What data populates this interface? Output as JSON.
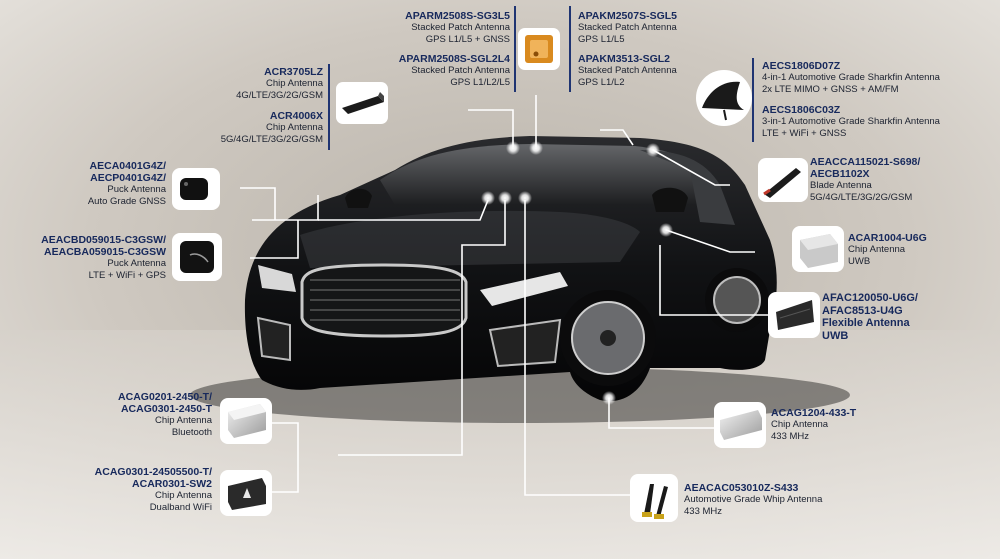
{
  "labels": {
    "aparm2508s_sg3l5": {
      "part": "APARM2508S-SG3L5",
      "desc": [
        "Stacked Patch Antenna",
        "GPS L1/L5 + GNSS"
      ]
    },
    "aparm2508s_sgl2l4": {
      "part": "APARM2508S-SGL2L4",
      "desc": [
        "Stacked Patch Antenna",
        "GPS L1/L2/L5"
      ]
    },
    "apakm2507s_sgl5": {
      "part": "APAKM2507S-SGL5",
      "desc": [
        "Stacked Patch Antenna",
        "GPS L1/L5"
      ]
    },
    "apakm3513_sgl2": {
      "part": "APAKM3513-SGL2",
      "desc": [
        "Stacked Patch Antenna",
        "GPS L1/L2"
      ]
    },
    "acr3705lz": {
      "part": "ACR3705LZ",
      "desc": [
        "Chip Antenna",
        "4G/LTE/3G/2G/GSM"
      ]
    },
    "acr4006x": {
      "part": "ACR4006X",
      "desc": [
        "Chip Antenna",
        "5G/4G/LTE/3G/2G/GSM"
      ]
    },
    "aecs1806d07z": {
      "part": "AECS1806D07Z",
      "desc": [
        "4-in-1 Automotive Grade Sharkfin Antenna",
        "2x LTE MIMO + GNSS + AM/FM"
      ]
    },
    "aecs1806c03z": {
      "part": "AECS1806C03Z",
      "desc": [
        "3-in-1 Automotive Grade Sharkfin Antenna",
        "LTE + WiFi + GNSS"
      ]
    },
    "aeca0401g4z": {
      "part": [
        "AECA0401G4Z/",
        "AECP0401G4Z/"
      ],
      "desc": [
        "Puck Antenna",
        "Auto Grade GNSS"
      ]
    },
    "aeacbd059015": {
      "part": [
        "AEACBD059015-C3GSW/",
        "AEACBA059015-C3GSW"
      ],
      "desc": [
        "Puck Antenna",
        "LTE + WiFi + GPS"
      ]
    },
    "aeacca115021": {
      "part": [
        "AEACCA115021-S698/",
        "AECB1102X"
      ],
      "desc": [
        "Blade Antenna",
        "5G/4G/LTE/3G/2G/GSM"
      ]
    },
    "acar1004_u6g": {
      "part": "ACAR1004-U6G",
      "desc": [
        "Chip Antenna",
        "UWB"
      ]
    },
    "afac120050": {
      "part": [
        "AFAC120050-U6G/",
        "AFAC8513-U4G"
      ],
      "desc": [
        "Flexible Antenna",
        "UWB"
      ]
    },
    "acag0201_2450": {
      "part": [
        "ACAG0201-2450-T/",
        "ACAG0301-2450-T"
      ],
      "desc": [
        "Chip Antenna",
        "Bluetooth"
      ]
    },
    "acag0301_24505500": {
      "part": [
        "ACAG0301-24505500-T/",
        "ACAR0301-SW2"
      ],
      "desc": [
        "Chip Antenna",
        "Dualband WiFi"
      ]
    },
    "acag1204_433": {
      "part": "ACAG1204-433-T",
      "desc": [
        "Chip Antenna",
        "433 MHz"
      ]
    },
    "aeacac053010z": {
      "part": "AEACAC053010Z-S433",
      "desc": [
        "Automotive Grade Whip Antenna",
        "433 MHz"
      ]
    }
  },
  "icons": [
    "patch-antenna-icon",
    "chip-antenna-icon",
    "sharkfin-antenna-icon",
    "puck-antenna-icon",
    "blade-antenna-icon",
    "flexible-antenna-icon",
    "whip-antenna-icon"
  ],
  "colors": {
    "label_part": "#17295c",
    "leader_line": "#ffffff",
    "accent_bar": "#1f3472",
    "patch_orange": "#d98a1f"
  }
}
